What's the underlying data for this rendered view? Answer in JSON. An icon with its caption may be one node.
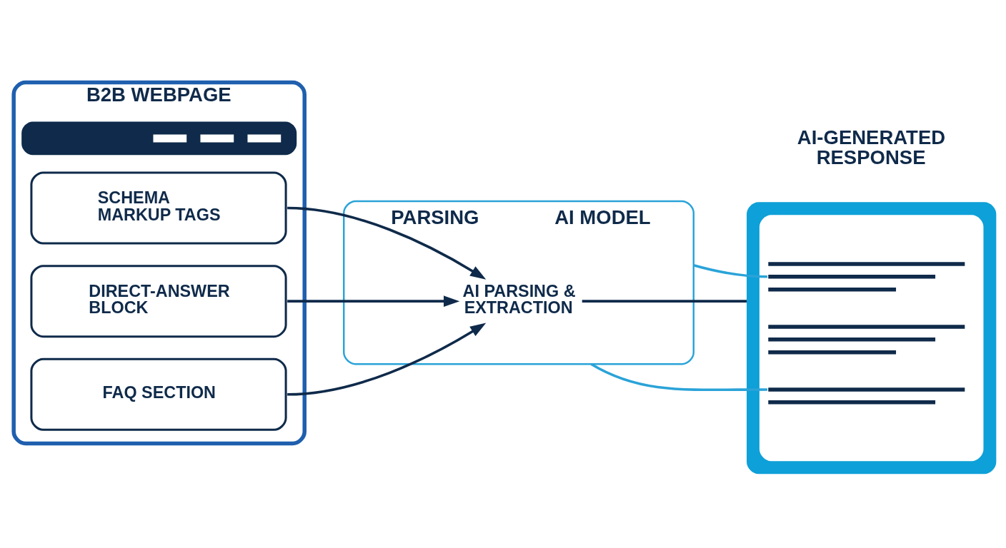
{
  "diagram": {
    "nodes": [
      {
        "text": [
          "B2B WEBPAGE"
        ]
      },
      {
        "text": [
          "SCHEMA MARKUP TAGS"
        ],
        "in": 0
      },
      {
        "text": [
          "DIRECT-ANSWER BLOCK"
        ],
        "in": 0
      },
      {
        "text": [
          "FAQ SECTION"
        ],
        "in": 0
      },
      {
        "text": [
          "PARSING",
          "AI MODEL"
        ]
      },
      {
        "text": [
          "AI PARSING & EXTRACTION"
        ],
        "in": 4
      },
      {
        "text": [
          "AI-GENERATED RESPONSE"
        ]
      }
    ],
    "edges": [
      {
        "from": 1,
        "to": 5,
        "arrow": "to"
      },
      {
        "from": 2,
        "to": 5,
        "arrow": "to"
      },
      {
        "from": 3,
        "to": 5,
        "arrow": "to"
      },
      {
        "from": 5,
        "to": 6,
        "arrow": "none"
      },
      {
        "from": 4,
        "to": 6,
        "arrow": "none",
        "color": "#2aa3d8"
      },
      {
        "from": 4,
        "to": 6,
        "arrow": "none",
        "color": "#2aa3d8"
      }
    ]
  }
}
